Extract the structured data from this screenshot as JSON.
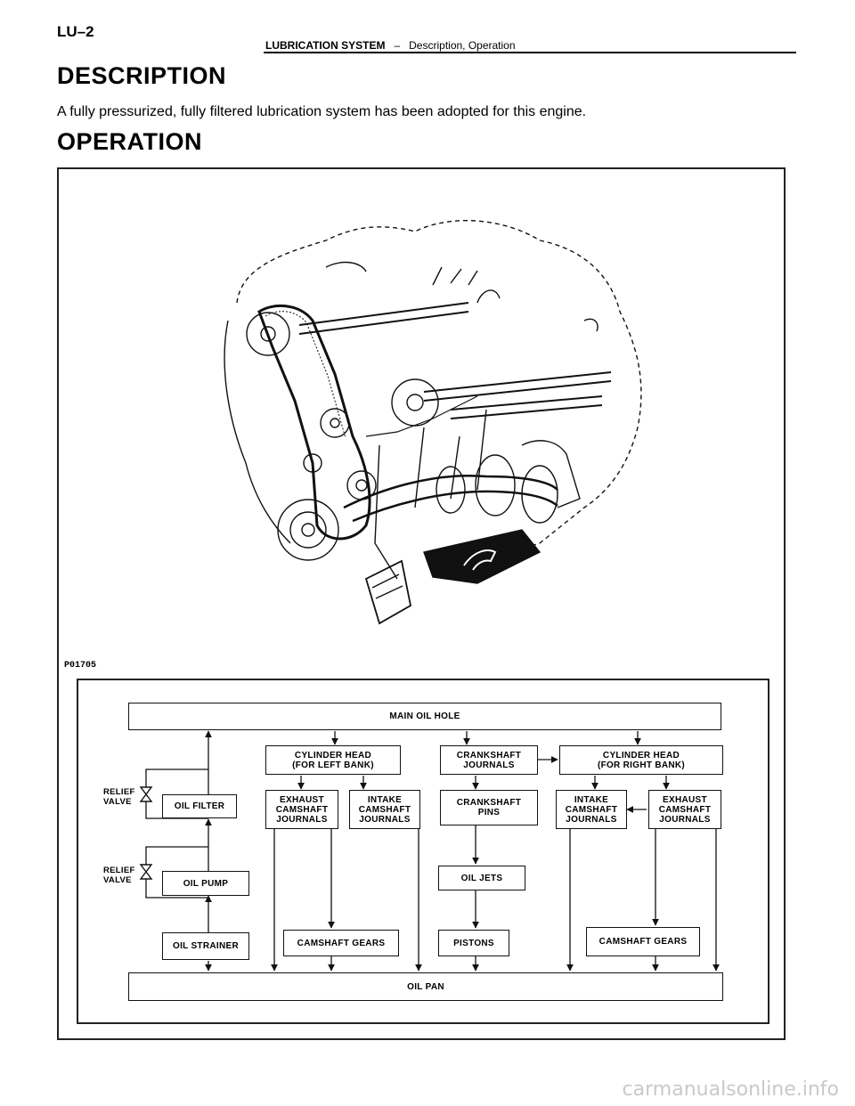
{
  "page_code": "LU–2",
  "header": {
    "section": "LUBRICATION SYSTEM",
    "separator": "–",
    "subsection": "Description, Operation"
  },
  "description": {
    "heading": "DESCRIPTION",
    "text": "A fully pressurized, fully filtered lubrication system has been adopted for this engine."
  },
  "operation": {
    "heading": "OPERATION"
  },
  "figure": {
    "code": "P01705"
  },
  "flowchart": {
    "main_oil_hole": "MAIN OIL HOLE",
    "cyl_head_left": "CYLINDER HEAD\n(FOR LEFT BANK)",
    "crank_journals": "CRANKSHAFT\nJOURNALS",
    "cyl_head_right": "CYLINDER HEAD\n(FOR RIGHT BANK)",
    "relief_valve_1": "RELIEF\nVALVE",
    "relief_valve_2": "RELIEF\nVALVE",
    "oil_filter": "OIL FILTER",
    "exhaust_cam_left": "EXHAUST\nCAMSHAFT\nJOURNALS",
    "intake_cam_left": "INTAKE\nCAMSHAFT\nJOURNALS",
    "crank_pins": "CRANKSHAFT\nPINS",
    "intake_cam_right": "INTAKE\nCAMSHAFT\nJOURNALS",
    "exhaust_cam_right": "EXHAUST\nCAMSHAFT\nJOURNALS",
    "oil_pump": "OIL PUMP",
    "oil_jets": "OIL JETS",
    "oil_strainer": "OIL STRAINER",
    "cam_gears_left": "CAMSHAFT GEARS",
    "pistons": "PISTONS",
    "cam_gears_right": "CAMSHAFT GEARS",
    "oil_pan": "OIL PAN"
  },
  "watermark": "carmanualsonline.info"
}
